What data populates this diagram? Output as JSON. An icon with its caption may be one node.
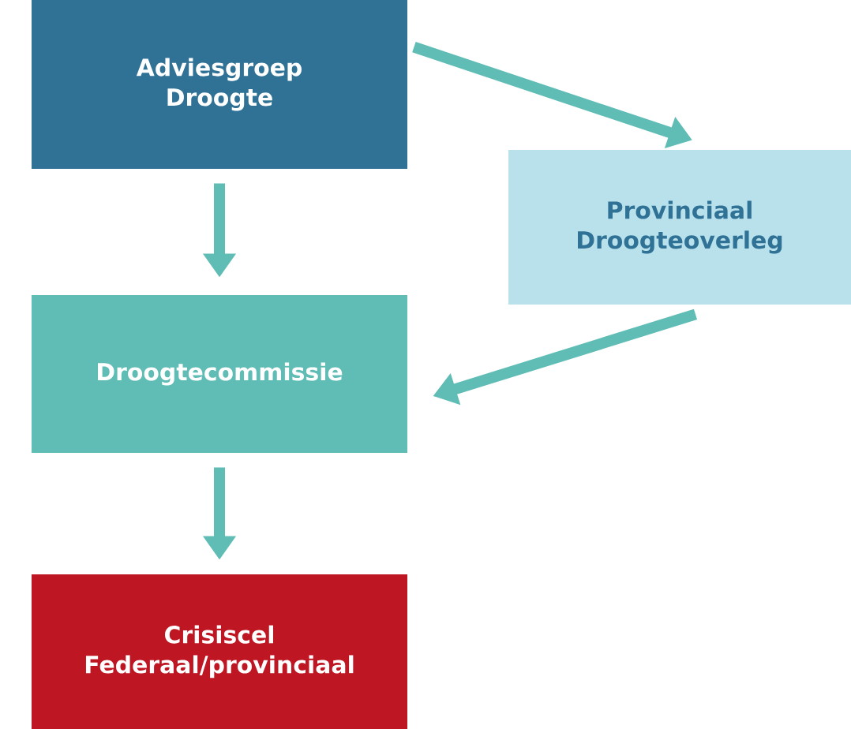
{
  "diagram": {
    "nodes": [
      {
        "text": [
          "Adviesgroep Droogte"
        ]
      },
      {
        "text": [
          "Provinciaal Droogteoverleg"
        ]
      },
      {
        "text": [
          "Droogtecommissie"
        ]
      },
      {
        "text": [
          "Crisiscel Federaal/provinciaal"
        ]
      }
    ],
    "edges": [
      {
        "from": 0,
        "to": 1,
        "arrow": "to"
      },
      {
        "from": 0,
        "to": 2,
        "arrow": "to"
      },
      {
        "from": 1,
        "to": 2,
        "arrow": "to"
      },
      {
        "from": 2,
        "to": 3,
        "arrow": "to"
      }
    ]
  }
}
